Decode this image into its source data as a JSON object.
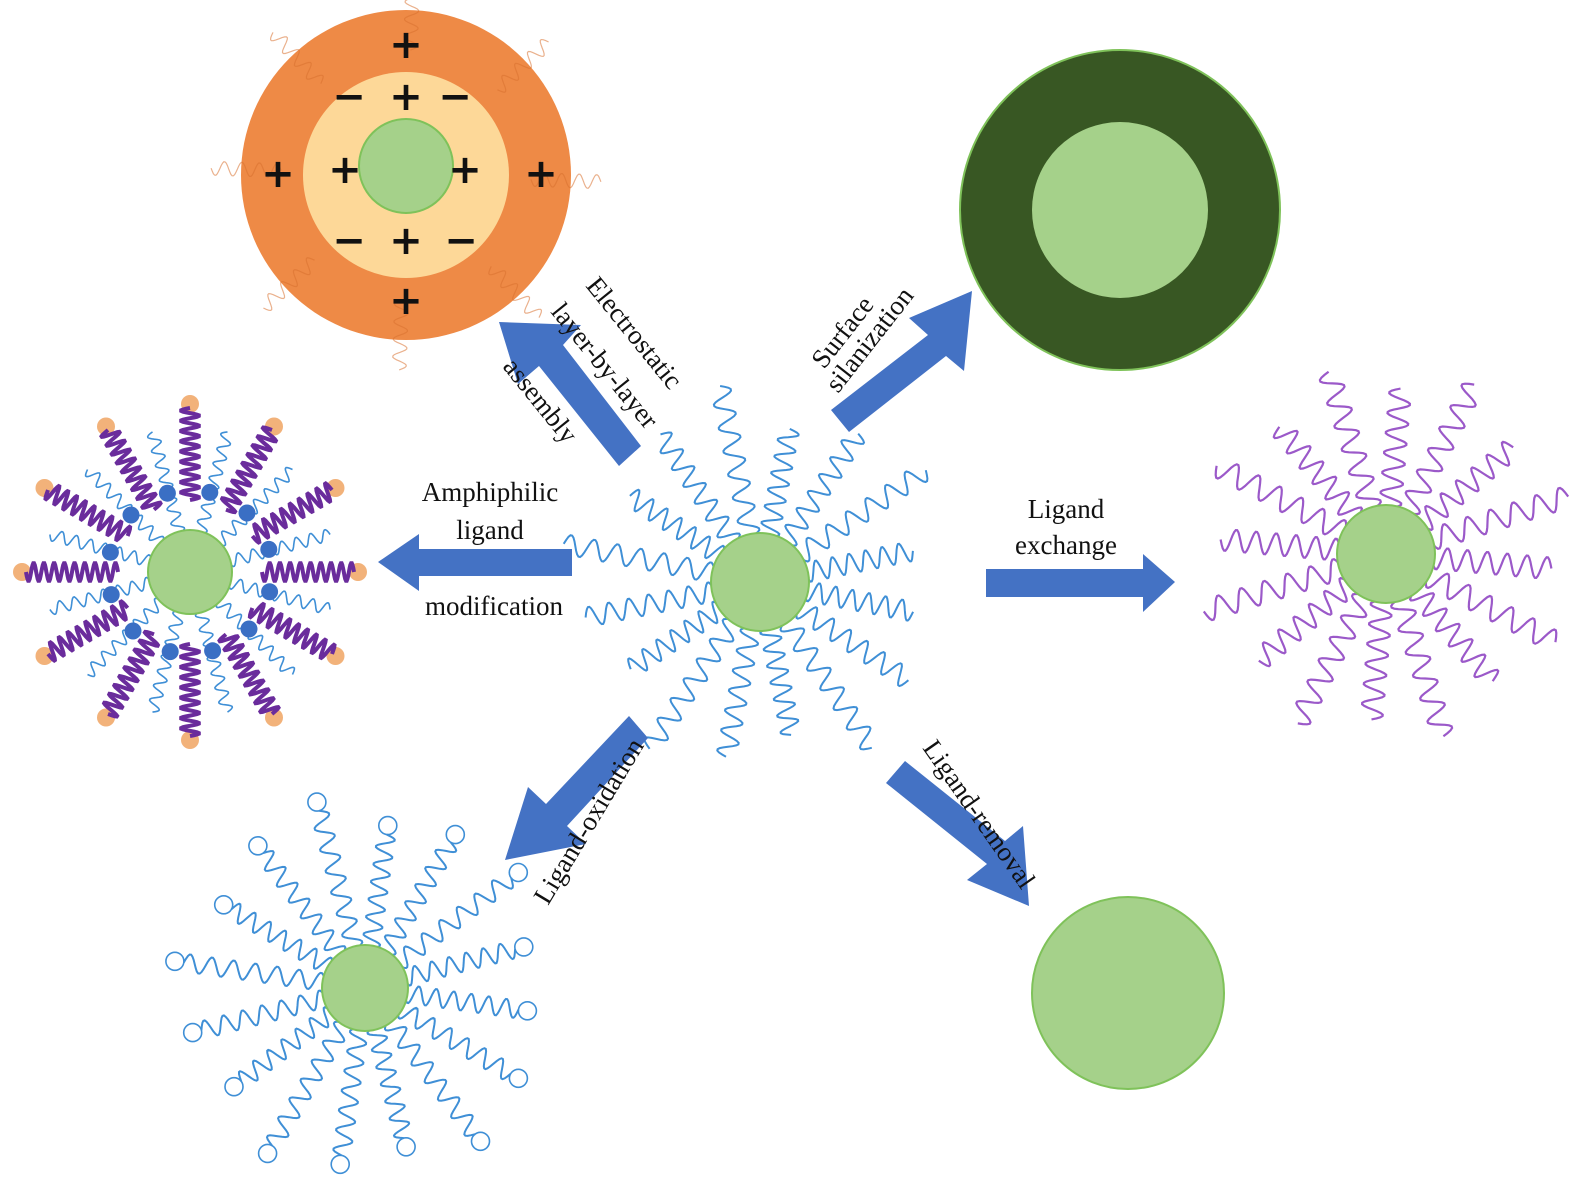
{
  "labels": {
    "electrostatic_1": "Electrostatic",
    "electrostatic_2": "layer-by-layer",
    "electrostatic_3": "assembly",
    "silanization_1": "Surface",
    "silanization_2": "silanization",
    "amphiphilic_1": "Amphiphilic",
    "amphiphilic_2": "ligand",
    "amphiphilic_3": "modification",
    "exchange_1": "Ligand",
    "exchange_2": "exchange",
    "oxidation": "Ligand-oxidation",
    "removal": "Ligand-removal"
  },
  "signs": {
    "plus": "+",
    "minus": "−"
  },
  "colors": {
    "core": "#a5d18a",
    "core_edge": "#7fc25a",
    "arrow": "#4472c4",
    "ligand_blue": "#3f8fd6",
    "ligand_purple": "#9b59c9",
    "amphiphilic_tail": "#6a2c9c",
    "amphiphilic_head": "#f2b27a",
    "amphiphilic_bead": "#3a6fc4",
    "silica_shell": "#385723",
    "lbl_outer": "#ee8a46",
    "lbl_inner": "#fdd898"
  }
}
